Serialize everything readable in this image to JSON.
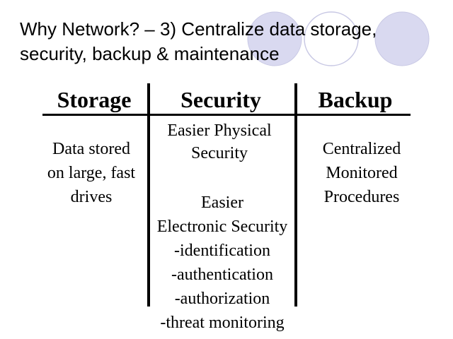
{
  "title": {
    "line1": "Why Network? – 3) Centralize data storage,",
    "line2": "security, backup & maintenance"
  },
  "columns": {
    "storage": {
      "heading": "Storage",
      "lines": [
        "Data stored",
        "on large, fast",
        "drives"
      ]
    },
    "security": {
      "heading": "Security",
      "top_lines": [
        "Easier Physical",
        "Security"
      ],
      "bottom_lines": [
        "Easier",
        "Electronic Security",
        "-identification",
        "-authentication",
        "-authorization",
        "-threat monitoring"
      ]
    },
    "backup": {
      "heading": "Backup",
      "lines": [
        "Centralized",
        "Monitored",
        "Procedures"
      ]
    }
  },
  "colors": {
    "text": "#000000",
    "circle_fill": "#d9d9f0",
    "circle_stroke": "#c8c8e4"
  }
}
